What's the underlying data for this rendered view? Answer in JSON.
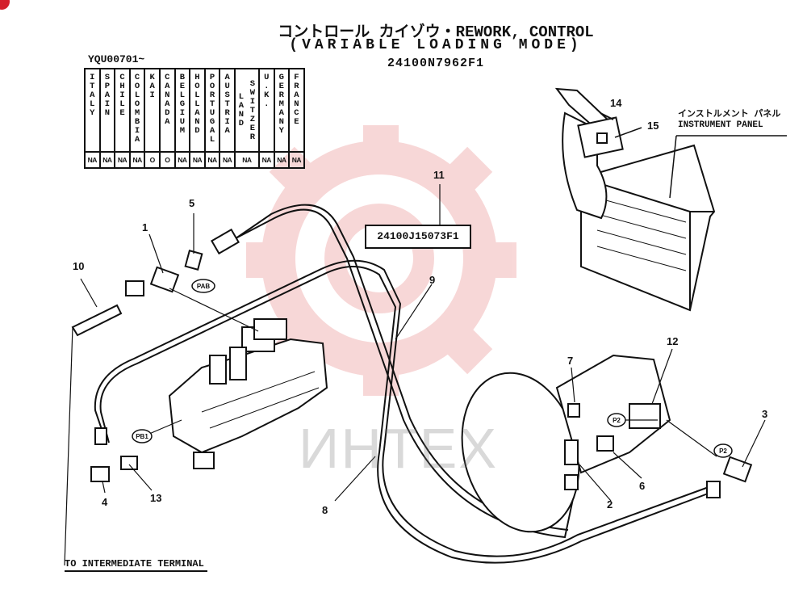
{
  "header": {
    "title_line1": "コントロール カイゾウ・REWORK, CONTROL",
    "title_line2": "(VARIABLE LOADING MODE)",
    "title_line3": "24100N7962F1"
  },
  "serial_range": "YQU00701~",
  "countries": [
    {
      "name": "ITALY",
      "code": "NA"
    },
    {
      "name": "SPAIN",
      "code": "NA"
    },
    {
      "name": "CHILE",
      "code": "NA"
    },
    {
      "name": "COLOMBIA",
      "code": "NA"
    },
    {
      "name": "KAI",
      "code": "O"
    },
    {
      "name": "CANADA",
      "code": "O"
    },
    {
      "name": "BELGIUM",
      "code": "NA"
    },
    {
      "name": "HOLLAND",
      "code": "NA"
    },
    {
      "name": "PORTUGAL",
      "code": "NA"
    },
    {
      "name": "AUSTRIA",
      "code": "NA"
    },
    {
      "name": "SWITZER LAND",
      "code": "NA"
    },
    {
      "name": "U.K.",
      "code": "NA"
    },
    {
      "name": "GERMANY",
      "code": "NA"
    },
    {
      "name": "FRANCE",
      "code": "NA"
    }
  ],
  "part_number_box": "24100J15073F1",
  "callouts": {
    "c1": "1",
    "c2": "2",
    "c3": "3",
    "c4": "4",
    "c5": "5",
    "c6": "6",
    "c7": "7",
    "c8": "8",
    "c9": "9",
    "c10": "10",
    "c11": "11",
    "c12": "12",
    "c13": "13",
    "c14": "14",
    "c15": "15"
  },
  "port_labels": {
    "pab": "PAB",
    "pb1": "PB1",
    "p2_left": "P2",
    "p2_right": "P2"
  },
  "instrument_panel": {
    "jp": "インストルメント パネル",
    "en": "INSTRUMENT PANEL"
  },
  "bottom_label": "TO INTERMEDIATE TERMINAL",
  "watermark": "ИНТЕХ",
  "colors": {
    "line": "#111111",
    "watermark_red": "#f2b8b8",
    "corner_red": "#d4202b"
  }
}
